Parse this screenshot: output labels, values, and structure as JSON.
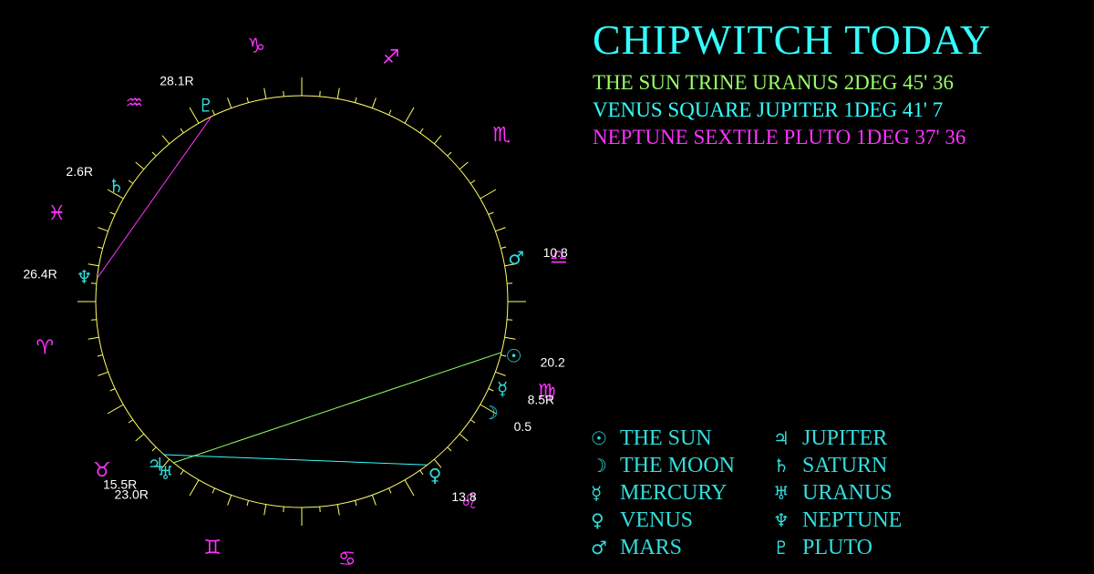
{
  "colors": {
    "background": "#000000",
    "wheel_circle": "#000000",
    "wheel_outline": "#ffff66",
    "tick": "#ffff66",
    "planet": "#33dddd",
    "sign": "#ff33ff",
    "degree_text": "#ffffff",
    "title": "#33ffff"
  },
  "header": {
    "title": "CHIPWITCH TODAY"
  },
  "aspects": [
    {
      "text": "THE SUN TRINE URANUS 2DEG 45' 36",
      "color": "#99ff66"
    },
    {
      "text": "VENUS SQUARE JUPITER 1DEG 41' 7",
      "color": "#33ffff"
    },
    {
      "text": "NEPTUNE SEXTILE PLUTO 1DEG 37' 36",
      "color": "#ff33ff"
    }
  ],
  "chart_data": {
    "type": "astrological-wheel",
    "zodiac_signs": [
      {
        "name": "capricorn",
        "glyph": "♑",
        "angle": 100
      },
      {
        "name": "sagittarius",
        "glyph": "♐",
        "angle": 70
      },
      {
        "name": "scorpio",
        "glyph": "♏",
        "angle": 40
      },
      {
        "name": "libra",
        "glyph": "♎",
        "angle": 10
      },
      {
        "name": "virgo",
        "glyph": "♍",
        "angle": -20
      },
      {
        "name": "leo",
        "glyph": "♌",
        "angle": -50
      },
      {
        "name": "cancer",
        "glyph": "♋",
        "angle": -80
      },
      {
        "name": "gemini",
        "glyph": "♊",
        "angle": -110
      },
      {
        "name": "taurus",
        "glyph": "♉",
        "angle": -140
      },
      {
        "name": "aries",
        "glyph": "♈",
        "angle": -170
      },
      {
        "name": "pisces",
        "glyph": "♓",
        "angle": 160
      },
      {
        "name": "aquarius",
        "glyph": "♒",
        "angle": 130
      }
    ],
    "planets": [
      {
        "name": "sun",
        "glyph": "☉",
        "degree": "20.2",
        "angle": -14.3
      },
      {
        "name": "moon",
        "glyph": "☽",
        "degree": "0.5",
        "angle": -30.5
      },
      {
        "name": "mercury",
        "glyph": "☿",
        "degree": "8.5R",
        "angle": -23.5
      },
      {
        "name": "venus",
        "glyph": "♀",
        "degree": "13.8",
        "angle": -52.5
      },
      {
        "name": "mars",
        "glyph": "♂",
        "degree": "10.8",
        "angle": 11.5
      },
      {
        "name": "jupiter",
        "glyph": "♃",
        "degree": "15.5R",
        "angle": -132
      },
      {
        "name": "saturn",
        "glyph": "♄",
        "degree": "2.6R",
        "angle": 148
      },
      {
        "name": "uranus",
        "glyph": "♅",
        "degree": "23.0R",
        "angle": -128.5
      },
      {
        "name": "neptune",
        "glyph": "♆",
        "degree": "26.4R",
        "angle": 173.5
      },
      {
        "name": "pluto",
        "glyph": "♇",
        "degree": "28.1R",
        "angle": 116
      }
    ],
    "aspect_lines": [
      {
        "from": "sun",
        "to": "uranus",
        "color": "#99ff66"
      },
      {
        "from": "venus",
        "to": "jupiter",
        "color": "#33ffff"
      },
      {
        "from": "neptune",
        "to": "pluto",
        "color": "#ff33ff"
      }
    ]
  },
  "legend": {
    "columns": [
      [
        {
          "glyph": "☉",
          "label": "THE SUN"
        },
        {
          "glyph": "☽",
          "label": "THE MOON"
        },
        {
          "glyph": "☿",
          "label": "MERCURY"
        },
        {
          "glyph": "♀",
          "label": "VENUS"
        },
        {
          "glyph": "♂",
          "label": "MARS"
        }
      ],
      [
        {
          "glyph": "♃",
          "label": "JUPITER"
        },
        {
          "glyph": "♄",
          "label": "SATURN"
        },
        {
          "glyph": "♅",
          "label": "URANUS"
        },
        {
          "glyph": "♆",
          "label": "NEPTUNE"
        },
        {
          "glyph": "♇",
          "label": "PLUTO"
        }
      ]
    ]
  }
}
